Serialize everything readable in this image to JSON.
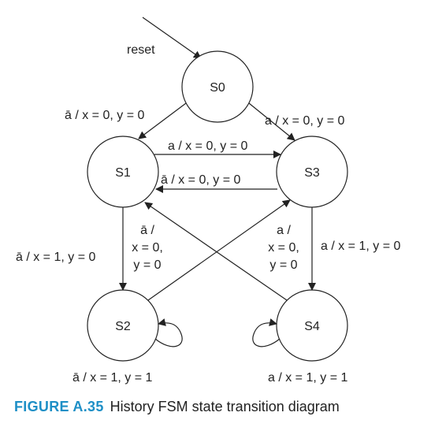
{
  "diagram": {
    "reset_label": "reset",
    "states": {
      "s0": "S0",
      "s1": "S1",
      "s2": "S2",
      "s3": "S3",
      "s4": "S4"
    },
    "transitions": {
      "s0_s1": "ā / x = 0, y = 0",
      "s0_s3": "a / x = 0, y = 0",
      "s1_s3": "a / x = 0, y = 0",
      "s3_s1": "ā / x = 0, y = 0",
      "s1_s2": "ā / x = 1, y = 0",
      "s2_s3": [
        "a /",
        "x = 0,",
        "y = 0"
      ],
      "s4_s1": [
        "ā /",
        "x = 0,",
        "y = 0"
      ],
      "s3_s4": "a / x = 1, y = 0",
      "s2_self": "ā / x = 1, y = 1",
      "s4_self": "a / x = 1, y = 1"
    }
  },
  "caption": {
    "number": "FIGURE A.35",
    "text": "History FSM state transition diagram",
    "number_color": "#1e8fc6"
  }
}
